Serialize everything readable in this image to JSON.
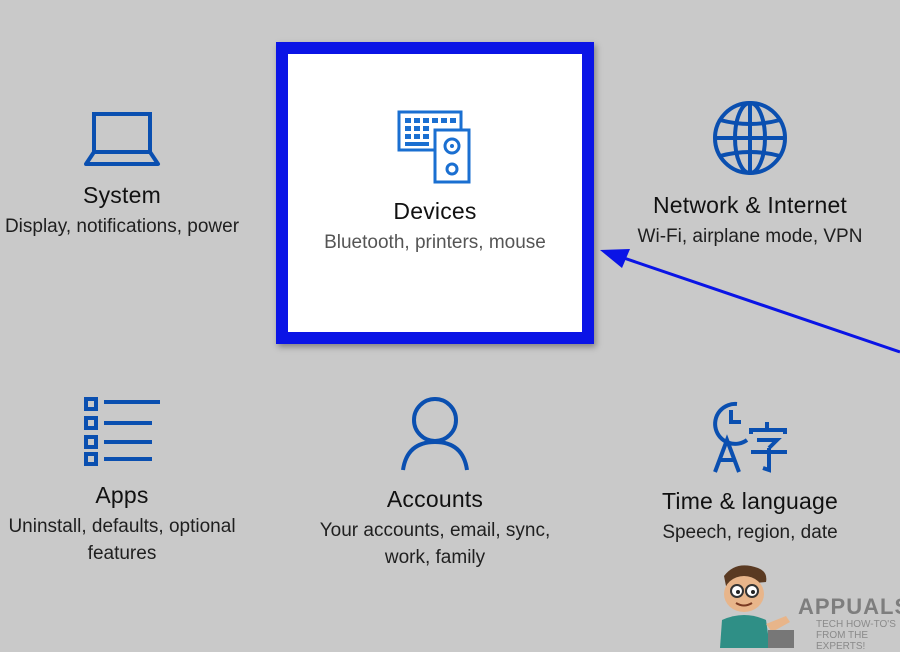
{
  "tiles": {
    "system": {
      "title": "System",
      "desc": "Display, notifications, power"
    },
    "devices": {
      "title": "Devices",
      "desc": "Bluetooth, printers, mouse"
    },
    "network": {
      "title": "Network & Internet",
      "desc": "Wi-Fi, airplane mode, VPN"
    },
    "apps": {
      "title": "Apps",
      "desc": "Uninstall, defaults, optional features"
    },
    "accounts": {
      "title": "Accounts",
      "desc": "Your accounts, email, sync, work, family"
    },
    "time": {
      "title": "Time & language",
      "desc": "Speech, region, date"
    }
  },
  "icons": {
    "system": "laptop-icon",
    "devices": "keyboard-speaker-icon",
    "network": "globe-icon",
    "apps": "list-icon",
    "accounts": "person-icon",
    "time": "clock-language-icon"
  },
  "colors": {
    "background": "#c9c9c9",
    "icon_blue": "#0a4fb0",
    "highlight_border": "#0a14e6",
    "arrow": "#0a14e6"
  },
  "watermark": {
    "brand": "APPUALS",
    "tagline": "TECH HOW-TO'S FROM THE EXPERTS!"
  }
}
